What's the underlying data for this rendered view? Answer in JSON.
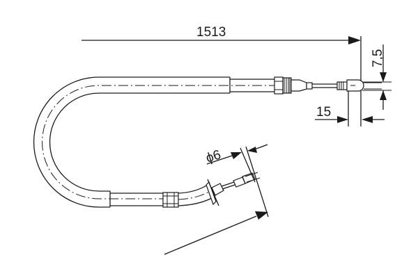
{
  "drawing": {
    "subject": "brake cable technical drawing",
    "line_color": "#1a1a1a",
    "background": "#ffffff"
  },
  "dimensions": {
    "overall_length": "1513",
    "end_fitting_length": "15",
    "end_offset": "7,5",
    "cable_diameter": "ϕ6"
  }
}
